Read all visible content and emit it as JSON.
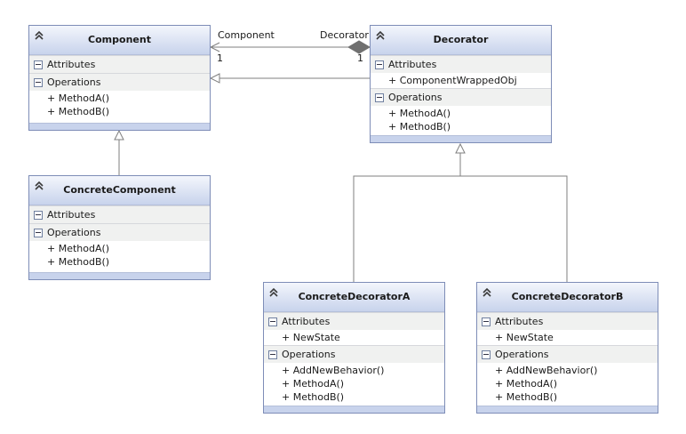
{
  "classes": {
    "component": {
      "name": "Component",
      "attributes_label": "Attributes",
      "attributes": [],
      "operations_label": "Operations",
      "operations": [
        "+ MethodA()",
        "+ MethodB()"
      ]
    },
    "decorator": {
      "name": "Decorator",
      "attributes_label": "Attributes",
      "attributes": [
        "+ ComponentWrappedObj"
      ],
      "operations_label": "Operations",
      "operations": [
        "+ MethodA()",
        "+ MethodB()"
      ]
    },
    "concrete_component": {
      "name": "ConcreteComponent",
      "attributes_label": "Attributes",
      "attributes": [],
      "operations_label": "Operations",
      "operations": [
        "+ MethodA()",
        "+ MethodB()"
      ]
    },
    "concrete_decorator_a": {
      "name": "ConcreteDecoratorA",
      "attributes_label": "Attributes",
      "attributes": [
        "+ NewState"
      ],
      "operations_label": "Operations",
      "operations": [
        "+ AddNewBehavior()",
        "+ MethodA()",
        "+ MethodB()"
      ]
    },
    "concrete_decorator_b": {
      "name": "ConcreteDecoratorB",
      "attributes_label": "Attributes",
      "attributes": [
        "+ NewState"
      ],
      "operations_label": "Operations",
      "operations": [
        "+ AddNewBehavior()",
        "+ MethodA()",
        "+ MethodB()"
      ]
    }
  },
  "association": {
    "role_component": "Component",
    "mult_component": "1",
    "role_decorator": "Decorator",
    "mult_decorator": "1"
  },
  "colors": {
    "border": "#7e8db7",
    "header": "#c8d3ec",
    "line": "#7f7f7f"
  }
}
